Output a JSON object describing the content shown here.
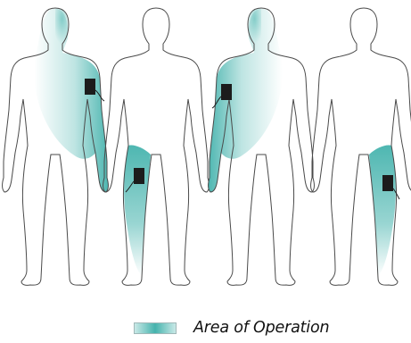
{
  "legend": {
    "label": "Area of Operation"
  },
  "colors": {
    "teal": "#45b3ad",
    "teal_light": "#c9e9e7",
    "outline": "#4a4a4a",
    "device": "#1c1c1c"
  },
  "figures": [
    {
      "id": "figure-1",
      "area": "right-upper-arm"
    },
    {
      "id": "figure-2",
      "area": "right-thigh"
    },
    {
      "id": "figure-3",
      "area": "left-upper-arm"
    },
    {
      "id": "figure-4",
      "area": "left-thigh"
    }
  ]
}
